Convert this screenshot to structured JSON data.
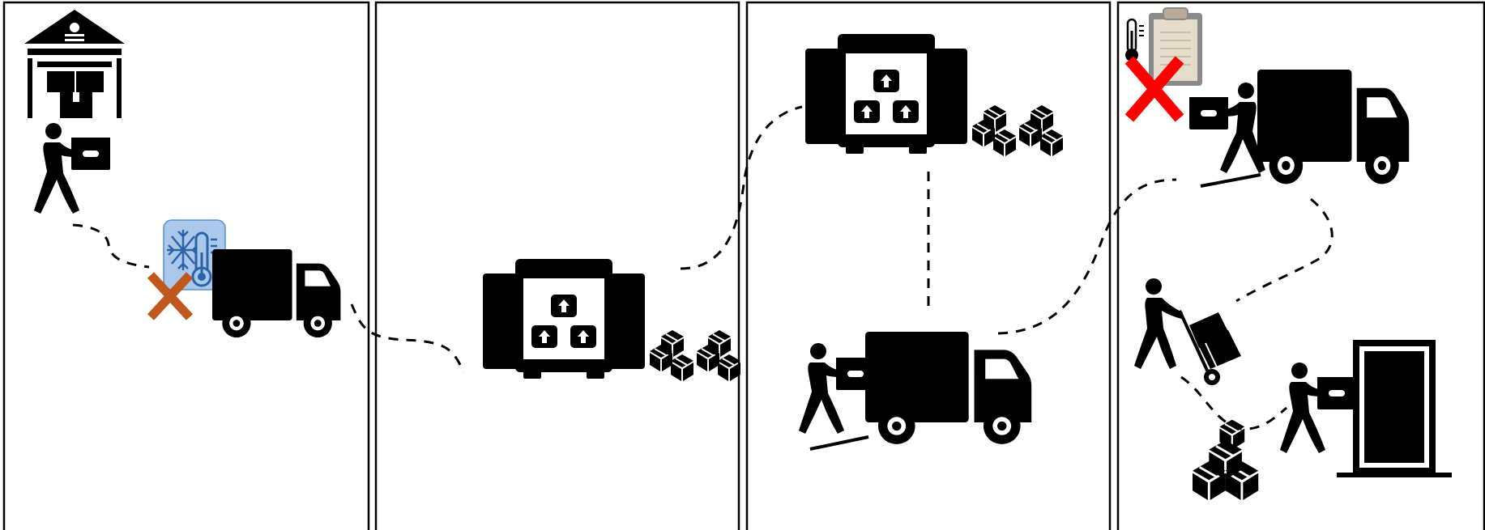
{
  "diagram": {
    "panels": [
      {
        "id": "panel-1",
        "stage": "warehouse-pickup"
      },
      {
        "id": "panel-2",
        "stage": "cold-storage"
      },
      {
        "id": "panel-3",
        "stage": "transfer-loading"
      },
      {
        "id": "panel-4",
        "stage": "final-delivery"
      }
    ],
    "icons": {
      "warehouse": "warehouse-icon",
      "person_carry": "person-carrying-box-icon",
      "truck": "delivery-truck-icon",
      "cold_thermometer": "temperature-snowflake-icon",
      "cold_storage": "cold-storage-unit-icon",
      "boxes": "stacked-boxes-icon",
      "clipboard": "clipboard-icon",
      "thermometer": "thermometer-icon",
      "hand_truck": "hand-truck-icon",
      "door": "door-icon",
      "fail_mark": "x-mark-icon"
    },
    "colors": {
      "ink": "#000000",
      "background": "#ffffff",
      "cold_badge_fill": "#a9c8ea",
      "cold_badge_stroke": "#5b8fd0",
      "fail_orange": "#c0571c",
      "fail_red": "#ff0000",
      "clipboard_board": "#8a8a8a",
      "clipboard_paper": "#e6dccb"
    }
  }
}
